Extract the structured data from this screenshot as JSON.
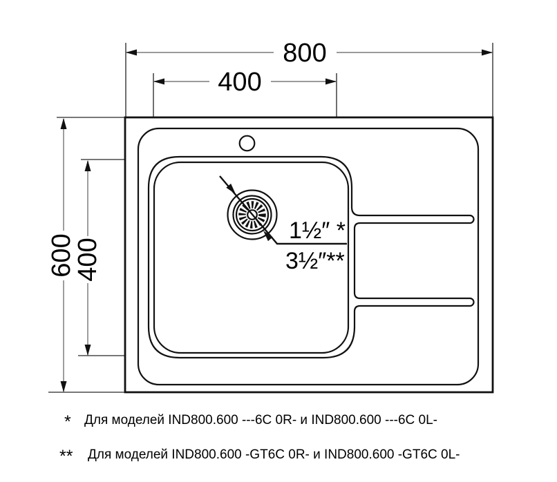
{
  "drawing": {
    "title_hint": "sink top view technical drawing",
    "dimensions": {
      "total_width": "800",
      "bowl_width": "400",
      "total_depth": "600",
      "bowl_depth": "400"
    },
    "drain_annotation": {
      "line1": "1½″ *",
      "line2": "3½″**"
    },
    "colors": {
      "line": "#111111",
      "dimension_line": "#8c8c8c",
      "extension_line": "#4a4a4a",
      "background": "#ffffff"
    }
  },
  "footnotes": [
    {
      "marker": "*",
      "text": "Для моделей IND800.600 ---6C 0R- и IND800.600 ---6C 0L-"
    },
    {
      "marker": "**",
      "text": "Для моделей IND800.600 -GT6C 0R- и IND800.600 -GT6C 0L-"
    }
  ]
}
